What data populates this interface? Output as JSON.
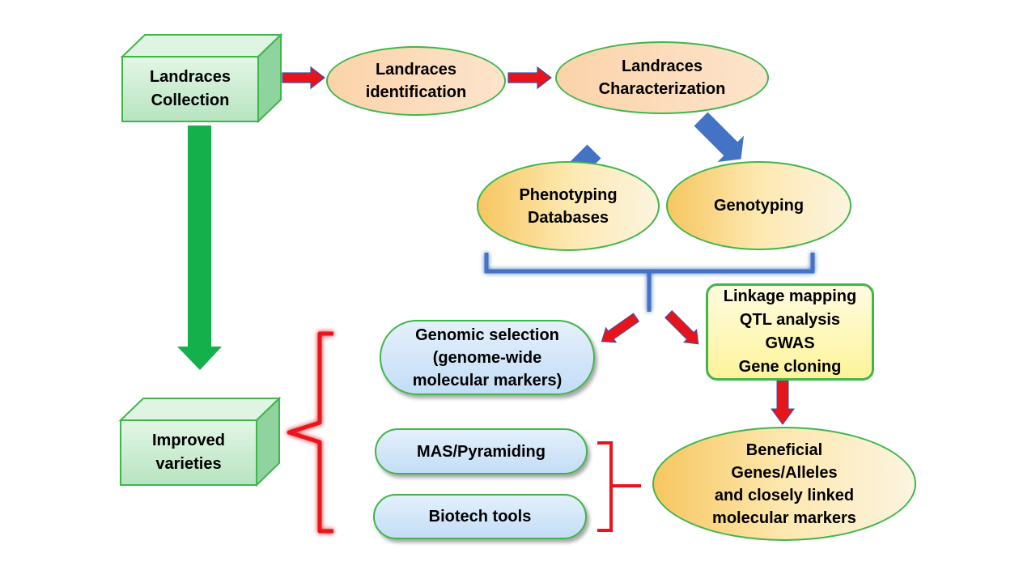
{
  "nodes": {
    "landraces_collection": "Landraces\nCollection",
    "landraces_identification": "Landraces\nidentification",
    "landraces_characterization": "Landraces\nCharacterization",
    "phenotyping_databases": "Phenotyping\nDatabases",
    "genotyping": "Genotyping",
    "analysis_methods": "Linkage mapping\nQTL analysis\nGWAS\nGene cloning",
    "genomic_selection": "Genomic selection\n(genome-wide\nmolecular markers)",
    "mas_pyramiding": "MAS/Pyramiding",
    "biotech_tools": "Biotech tools",
    "beneficial_genes": "Beneficial\nGenes/Alleles\nand closely linked\nmolecular markers",
    "improved_varieties": "Improved\nvarieties"
  },
  "colors": {
    "cube_front": "#c8ecd0",
    "cube_border": "#3fb54a",
    "arrow_red": "#e8141c",
    "arrow_blue": "#4472c4",
    "arrow_green": "#13b04b",
    "brace_blue": "#4472c4",
    "brace_red": "#e8141c"
  }
}
